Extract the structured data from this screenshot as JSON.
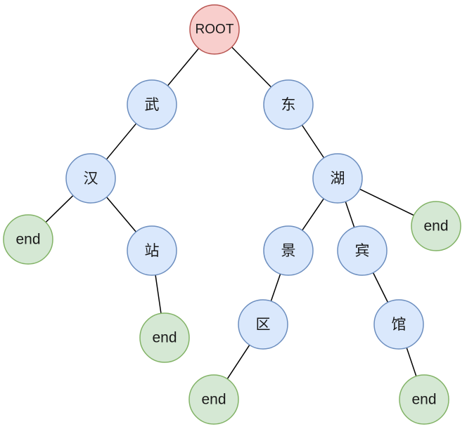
{
  "tree": {
    "colors": {
      "root_fill": "#f8cecc",
      "root_stroke": "#b85450",
      "char_fill": "#dae8fc",
      "char_stroke": "#6c8ebf",
      "end_fill": "#d5e8d4",
      "end_stroke": "#82b366",
      "edge": "#000000"
    },
    "nodes": [
      {
        "id": "root",
        "label": "ROOT",
        "kind": "root"
      },
      {
        "id": "wu",
        "label": "武",
        "kind": "char"
      },
      {
        "id": "dong",
        "label": "东",
        "kind": "char"
      },
      {
        "id": "han",
        "label": "汉",
        "kind": "char"
      },
      {
        "id": "hu",
        "label": "湖",
        "kind": "char"
      },
      {
        "id": "end1",
        "label": "end",
        "kind": "end"
      },
      {
        "id": "zhan",
        "label": "站",
        "kind": "char"
      },
      {
        "id": "jing",
        "label": "景",
        "kind": "char"
      },
      {
        "id": "bin",
        "label": "宾",
        "kind": "char"
      },
      {
        "id": "end2",
        "label": "end",
        "kind": "end"
      },
      {
        "id": "end3",
        "label": "end",
        "kind": "end"
      },
      {
        "id": "qu",
        "label": "区",
        "kind": "char"
      },
      {
        "id": "guan",
        "label": "馆",
        "kind": "char"
      },
      {
        "id": "end4",
        "label": "end",
        "kind": "end"
      },
      {
        "id": "end5",
        "label": "end",
        "kind": "end"
      }
    ],
    "edges": [
      [
        "root",
        "wu"
      ],
      [
        "root",
        "dong"
      ],
      [
        "wu",
        "han"
      ],
      [
        "dong",
        "hu"
      ],
      [
        "han",
        "end1"
      ],
      [
        "han",
        "zhan"
      ],
      [
        "zhan",
        "end3"
      ],
      [
        "hu",
        "jing"
      ],
      [
        "hu",
        "bin"
      ],
      [
        "hu",
        "end2"
      ],
      [
        "jing",
        "qu"
      ],
      [
        "qu",
        "end4"
      ],
      [
        "bin",
        "guan"
      ],
      [
        "guan",
        "end5"
      ]
    ]
  }
}
